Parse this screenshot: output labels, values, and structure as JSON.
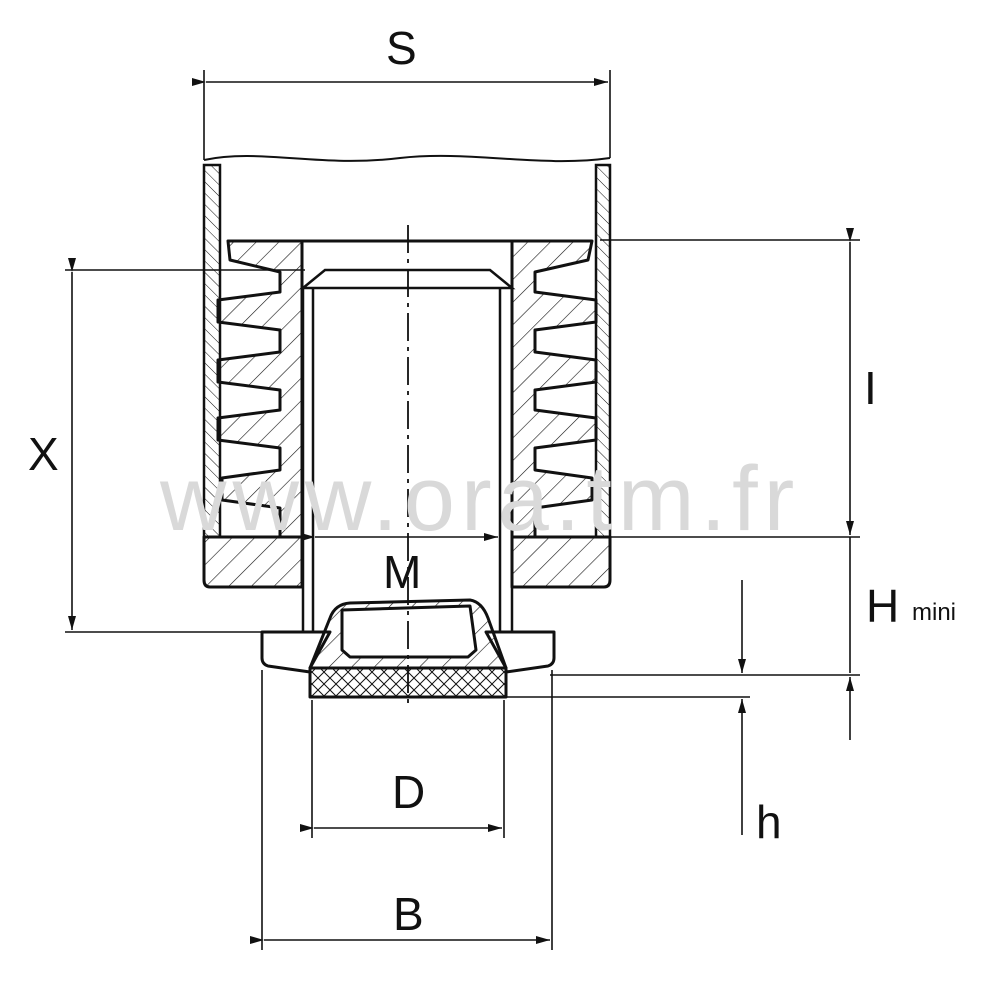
{
  "watermark": "www.ora.tm.fr",
  "dimensions": {
    "S": "S",
    "X": "X",
    "I": "I",
    "H": "H",
    "H_sub": "mini",
    "h": "h",
    "M": "M",
    "D": "D",
    "B": "B"
  },
  "colors": {
    "line": "#111111",
    "watermark": "#d9d9d9"
  }
}
